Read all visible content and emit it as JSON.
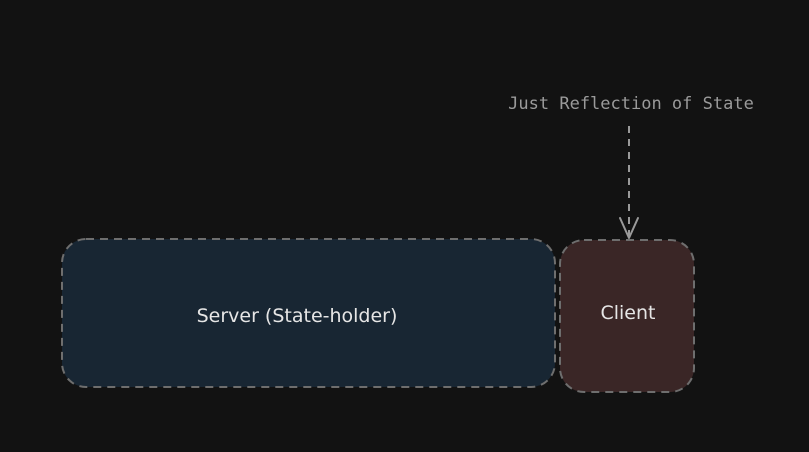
{
  "diagram": {
    "annotation": "Just Reflection of State",
    "server": {
      "label": "Server (State-holder)"
    },
    "client": {
      "label": "Client"
    }
  },
  "colors": {
    "background": "#121212",
    "server_fill": "#182633",
    "client_fill": "#3a2626",
    "stroke": "#6e6e6e",
    "node_text": "#e6e6e6",
    "annotation_text": "#9a9a9a"
  }
}
